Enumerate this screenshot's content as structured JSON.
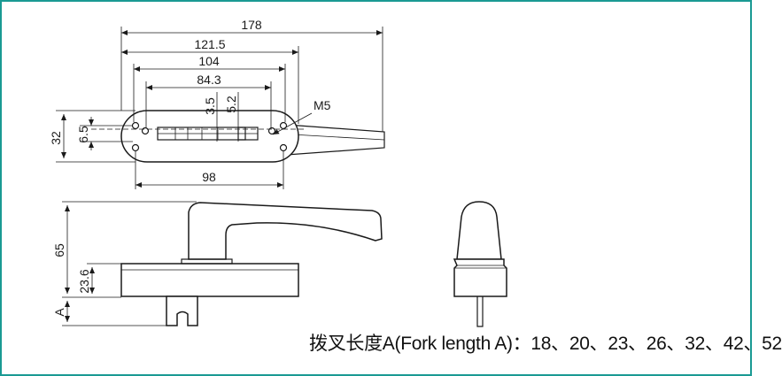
{
  "frame_color": "#1a9a93",
  "dimensions": {
    "top_view": {
      "overall_length": "178",
      "length_121": "121.5",
      "length_104": "104",
      "length_84": "84.3",
      "slot_offset_a": "3.5",
      "slot_offset_b": "5.2",
      "thread_label": "M5",
      "base_height": "32",
      "hole_spacing": "6.5",
      "bottom_length": "98"
    },
    "side_view": {
      "overall_height": "65",
      "base_height": "23.6",
      "fork_label": "A"
    }
  },
  "caption": "拨叉长度A(Fork length A)：18、20、23、26、32、42、52"
}
